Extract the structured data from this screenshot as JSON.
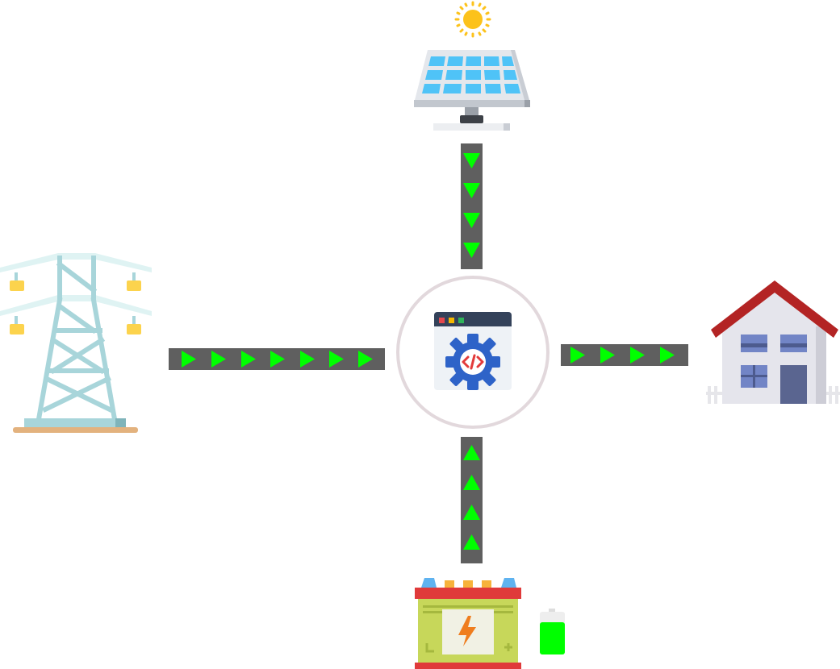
{
  "diagram": {
    "nodes": [
      {
        "id": "solar",
        "icon": "solar-panel-icon"
      },
      {
        "id": "grid",
        "icon": "power-tower-icon"
      },
      {
        "id": "home",
        "icon": "house-icon"
      },
      {
        "id": "battery",
        "icon": "battery-icon"
      },
      {
        "id": "controller",
        "icon": "energy-controller-icon"
      }
    ],
    "flows": [
      {
        "from": "solar",
        "to": "controller",
        "arrows": 4,
        "direction": "down"
      },
      {
        "from": "grid",
        "to": "controller",
        "arrows": 7,
        "direction": "right"
      },
      {
        "from": "controller",
        "to": "home",
        "arrows": 4,
        "direction": "right"
      },
      {
        "from": "battery",
        "to": "controller",
        "arrows": 4,
        "direction": "up"
      }
    ],
    "battery_charge_level": 0.75,
    "colors": {
      "arrow": "#00ff00",
      "flow_bar": "#5f5f5f",
      "hub_ring": "#e2d8dc",
      "roof": "#b32424",
      "battery_casing": "#c7d75a",
      "sun": "#fcc21b"
    }
  }
}
